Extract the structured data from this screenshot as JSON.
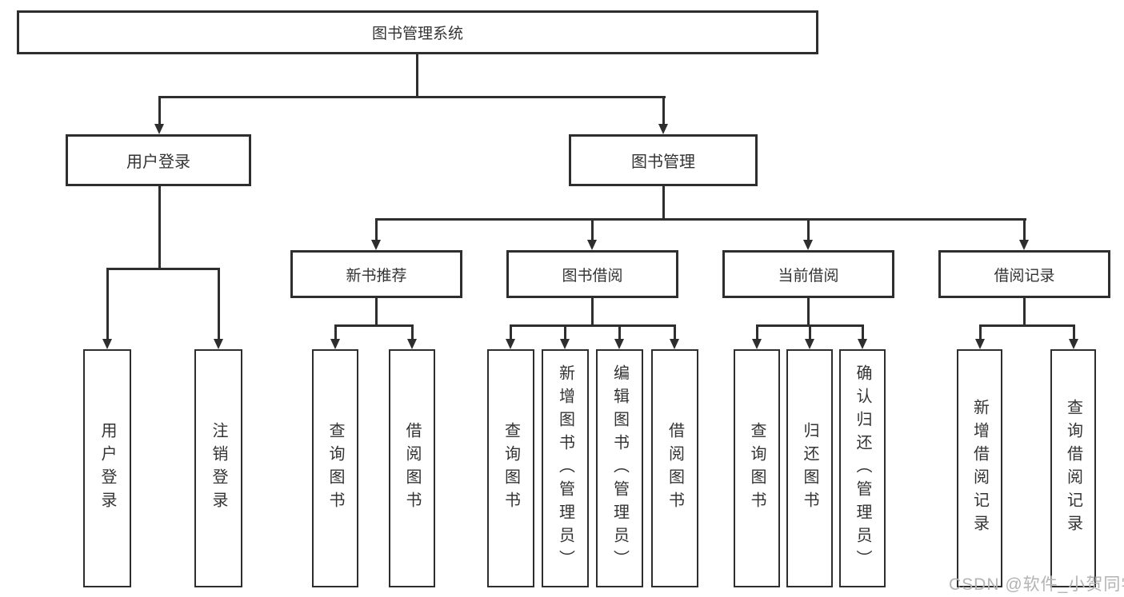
{
  "tree": {
    "root": {
      "label": "图书管理系统"
    },
    "branches": [
      {
        "label": "用户登录",
        "leaves": [
          {
            "label": "用户登录"
          },
          {
            "label": "注销登录"
          }
        ]
      },
      {
        "label": "图书管理",
        "groups": [
          {
            "label": "新书推荐",
            "leaves": [
              {
                "label": "查询图书"
              },
              {
                "label": "借阅图书"
              }
            ]
          },
          {
            "label": "图书借阅",
            "leaves": [
              {
                "label": "查询图书"
              },
              {
                "label": "新增图书（管理员）"
              },
              {
                "label": "编辑图书（管理员）"
              },
              {
                "label": "借阅图书"
              }
            ]
          },
          {
            "label": "当前借阅",
            "leaves": [
              {
                "label": "查询图书"
              },
              {
                "label": "归还图书"
              },
              {
                "label": "确认归还（管理员）"
              }
            ]
          },
          {
            "label": "借阅记录",
            "leaves": [
              {
                "label": "新增借阅记录"
              },
              {
                "label": "查询借阅记录"
              }
            ]
          }
        ]
      }
    ]
  },
  "watermark": {
    "text": "CSDN @软件_小贺同学"
  },
  "colors": {
    "line": "#2e2e2e",
    "text": "#333333",
    "watermark": "#b3b3b3",
    "background": "#ffffff"
  }
}
